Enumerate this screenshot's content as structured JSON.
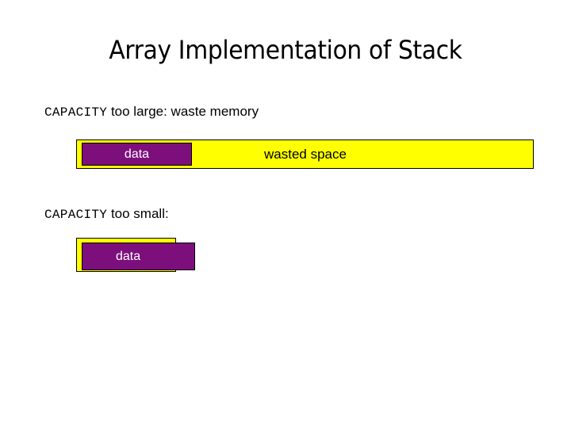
{
  "slide": {
    "title": "Array Implementation of Stack",
    "background_color": "#ffffff"
  },
  "sections": {
    "too_large": {
      "caption_code": "CAPACITY",
      "caption_rest": " too large: waste memory",
      "array_bar": {
        "fill_color": "#ffff00",
        "border_color": "#000000",
        "label": "wasted space"
      },
      "data_box": {
        "label": "data",
        "fill_color": "#7d0f7d",
        "text_color": "#ffffff",
        "border_color": "#000000"
      }
    },
    "too_small": {
      "caption_code": "CAPACITY",
      "caption_rest": " too small:",
      "array_bar": {
        "fill_color": "#ffff00",
        "border_color": "#000000"
      },
      "data_box": {
        "label": "data",
        "fill_color": "#7d0f7d",
        "text_color": "#ffffff",
        "border_color": "#000000"
      }
    }
  }
}
